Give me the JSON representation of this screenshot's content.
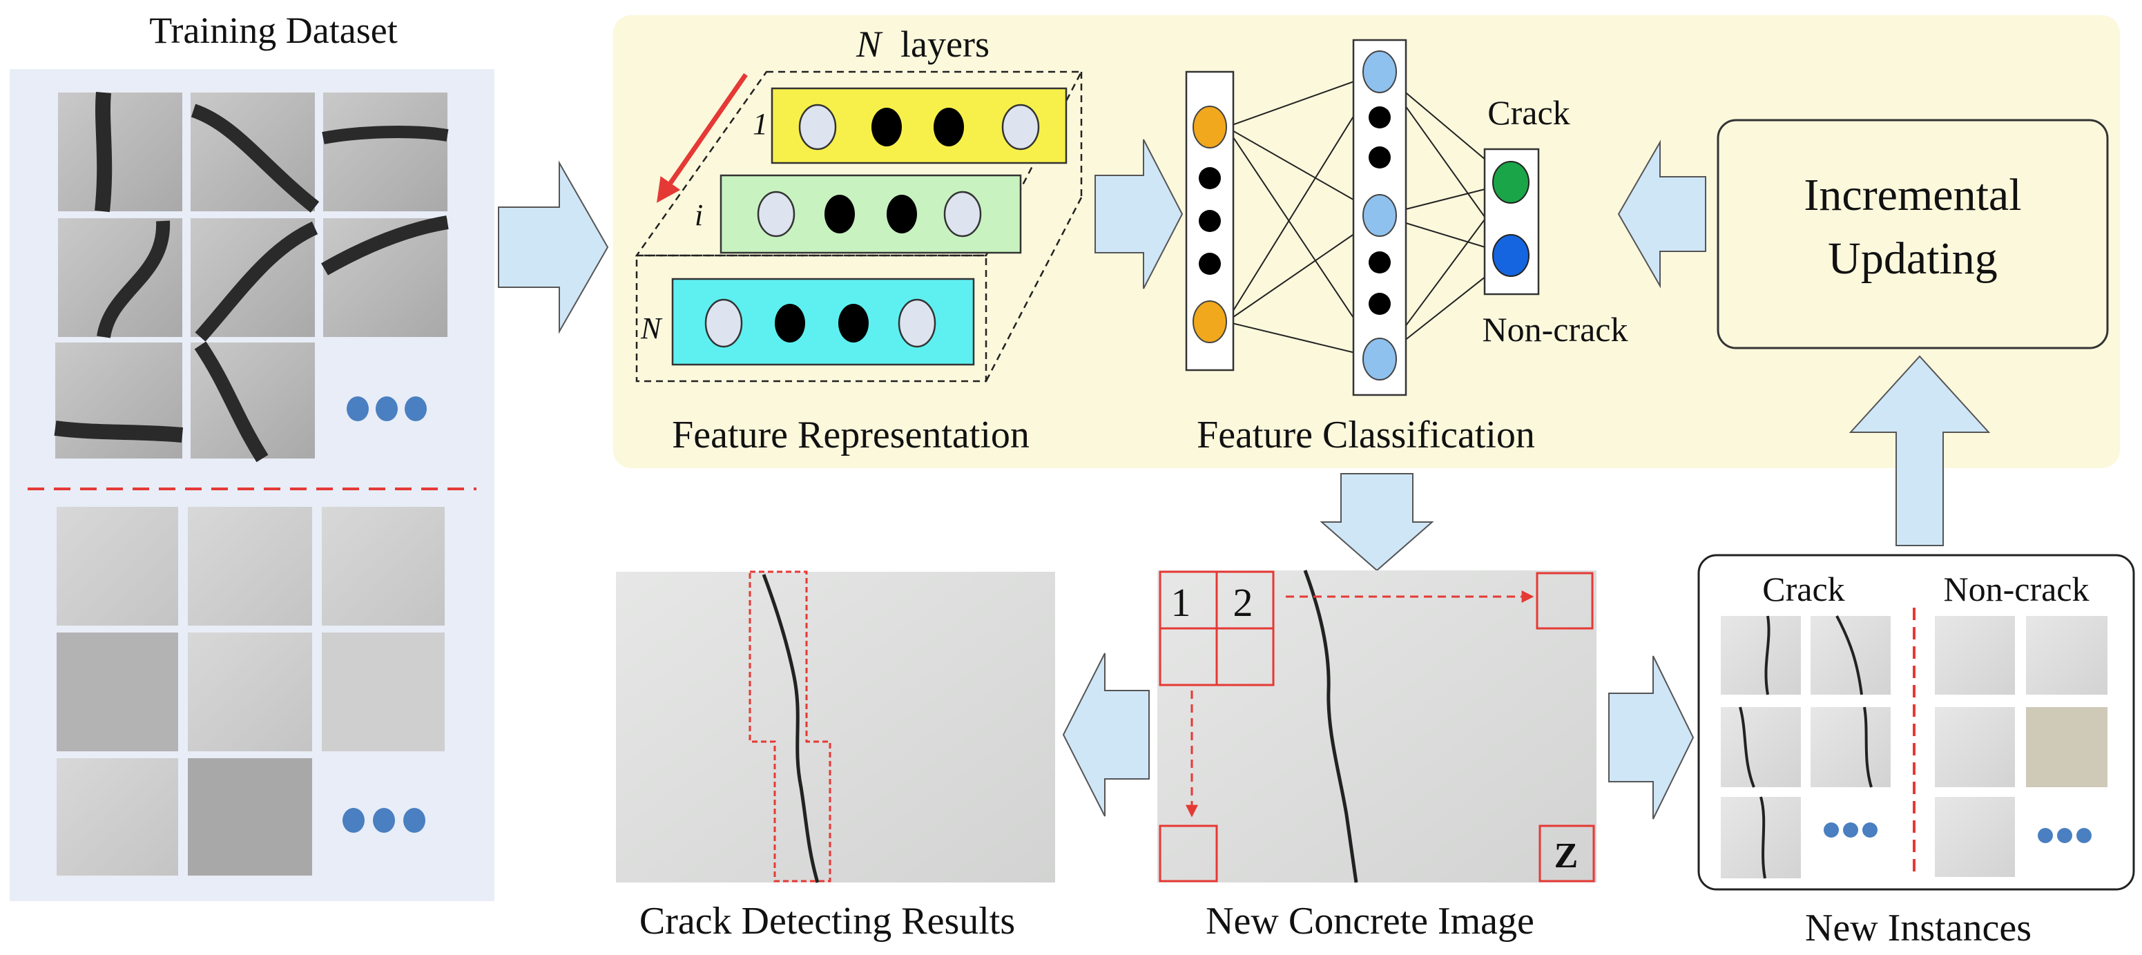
{
  "training": {
    "title": "Training Dataset"
  },
  "pipeline": {
    "n_layers_var": "N",
    "n_layers_word": "layers",
    "layer_labels": [
      "1",
      "i",
      "N"
    ],
    "feature_representation": "Feature Representation",
    "feature_classification": "Feature Classification",
    "crack_label": "Crack",
    "noncrack_label": "Non-crack"
  },
  "incremental": {
    "line1": "Incremental",
    "line2": "Updating"
  },
  "concrete": {
    "patch1": "1",
    "patch2": "2",
    "patchZ": "Z",
    "caption": "New Concrete Image"
  },
  "results": {
    "caption": "Crack Detecting Results"
  },
  "instances": {
    "crack_header": "Crack",
    "noncrack_header": "Non-crack",
    "caption": "New Instances"
  },
  "colors": {
    "panel_bg": "#e8edf7",
    "yellow_panel": "#fbf8dc",
    "arrow_fill": "#cfe6f7",
    "accent_red": "#e53935",
    "layer_yellow": "#f7f04a",
    "layer_green": "#c8f2c0",
    "layer_cyan": "#5ef0f0",
    "node_orange": "#f2a81c",
    "node_blue": "#8fc1ee",
    "node_green": "#1aa648",
    "node_deep_blue": "#1565e0",
    "dots_blue": "#4a7fc1"
  }
}
